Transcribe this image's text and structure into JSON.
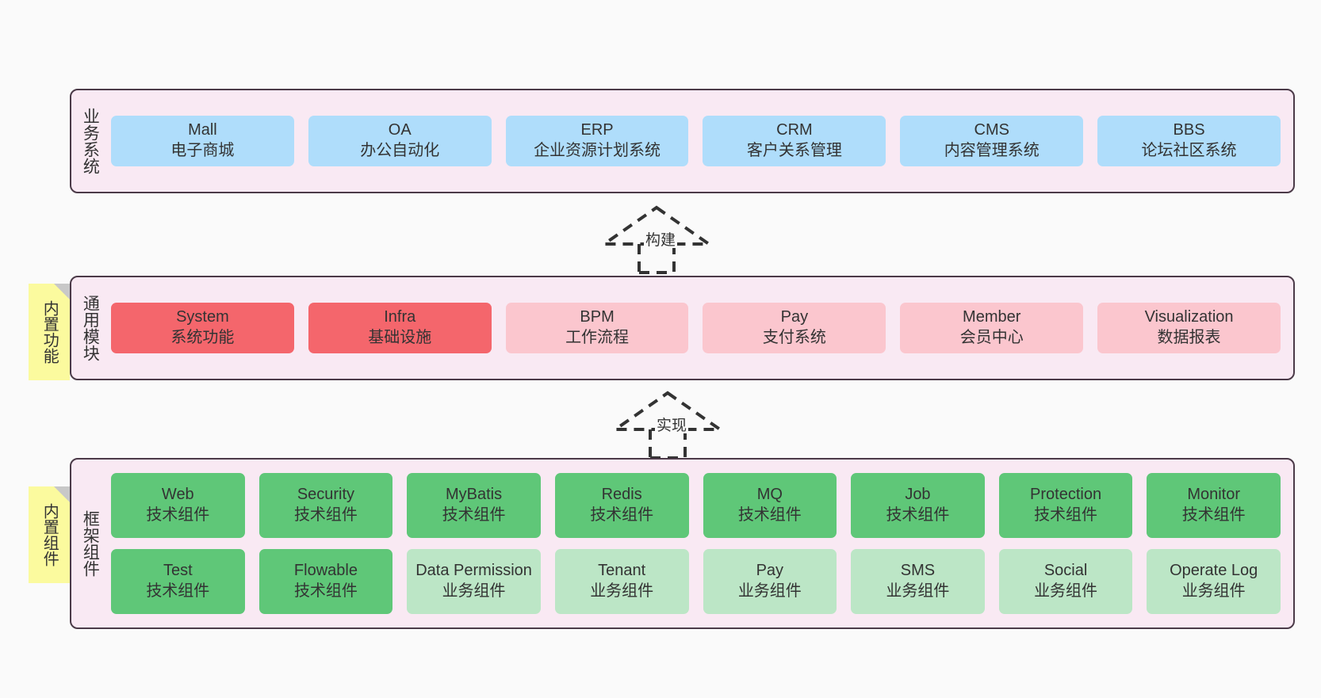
{
  "diagram": {
    "title": "",
    "background": "#FAFAFA",
    "colors": {
      "panel_fill": "#F9E9F3",
      "panel_border": "#4B3A48",
      "business": "#AFDDFB",
      "module_core": "#F4666C",
      "module_opt": "#FBC6CE",
      "tech_component": "#5FC778",
      "biz_component": "#BCE6C6",
      "note": "#FBFA9E",
      "note_fold": "#C8C8C8",
      "connector": "#333333"
    }
  },
  "layers": [
    {
      "id": "business-system",
      "title": "业务系统",
      "rows": [
        {
          "cards": [
            {
              "en": "Mall",
              "cn": "电子商城",
              "style": "c-blue"
            },
            {
              "en": "OA",
              "cn": "办公自动化",
              "style": "c-blue"
            },
            {
              "en": "ERP",
              "cn": "企业资源计划系统",
              "style": "c-blue"
            },
            {
              "en": "CRM",
              "cn": "客户关系管理",
              "style": "c-blue"
            },
            {
              "en": "CMS",
              "cn": "内容管理系统",
              "style": "c-blue"
            },
            {
              "en": "BBS",
              "cn": "论坛社区系统",
              "style": "c-blue"
            }
          ]
        }
      ]
    },
    {
      "id": "common-module",
      "title": "通用模块",
      "note": "内置功能",
      "rows": [
        {
          "cards": [
            {
              "en": "System",
              "cn": "系统功能",
              "style": "c-red"
            },
            {
              "en": "Infra",
              "cn": "基础设施",
              "style": "c-red"
            },
            {
              "en": "BPM",
              "cn": "工作流程",
              "style": "c-pink"
            },
            {
              "en": "Pay",
              "cn": "支付系统",
              "style": "c-pink"
            },
            {
              "en": "Member",
              "cn": "会员中心",
              "style": "c-pink"
            },
            {
              "en": "Visualization",
              "cn": "数据报表",
              "style": "c-pink"
            }
          ]
        }
      ]
    },
    {
      "id": "framework-component",
      "title": "框架组件",
      "note": "内置组件",
      "rows": [
        {
          "cards": [
            {
              "en": "Web",
              "cn": "技术组件",
              "style": "c-green"
            },
            {
              "en": "Security",
              "cn": "技术组件",
              "style": "c-green"
            },
            {
              "en": "MyBatis",
              "cn": "技术组件",
              "style": "c-green"
            },
            {
              "en": "Redis",
              "cn": "技术组件",
              "style": "c-green"
            },
            {
              "en": "MQ",
              "cn": "技术组件",
              "style": "c-green"
            },
            {
              "en": "Job",
              "cn": "技术组件",
              "style": "c-green"
            },
            {
              "en": "Protection",
              "cn": "技术组件",
              "style": "c-green"
            },
            {
              "en": "Monitor",
              "cn": "技术组件",
              "style": "c-green"
            }
          ]
        },
        {
          "cards": [
            {
              "en": "Test",
              "cn": "技术组件",
              "style": "c-green"
            },
            {
              "en": "Flowable",
              "cn": "技术组件",
              "style": "c-green"
            },
            {
              "en": "Data Permission",
              "cn": "业务组件",
              "style": "c-lgreen"
            },
            {
              "en": "Tenant",
              "cn": "业务组件",
              "style": "c-lgreen"
            },
            {
              "en": "Pay",
              "cn": "业务组件",
              "style": "c-lgreen"
            },
            {
              "en": "SMS",
              "cn": "业务组件",
              "style": "c-lgreen"
            },
            {
              "en": "Social",
              "cn": "业务组件",
              "style": "c-lgreen"
            },
            {
              "en": "Operate Log",
              "cn": "业务组件",
              "style": "c-lgreen"
            }
          ]
        }
      ]
    }
  ],
  "connectors": [
    {
      "id": "build",
      "label": "构建",
      "from": "common-module",
      "to": "business-system"
    },
    {
      "id": "implement",
      "label": "实现",
      "from": "framework-component",
      "to": "common-module"
    }
  ]
}
